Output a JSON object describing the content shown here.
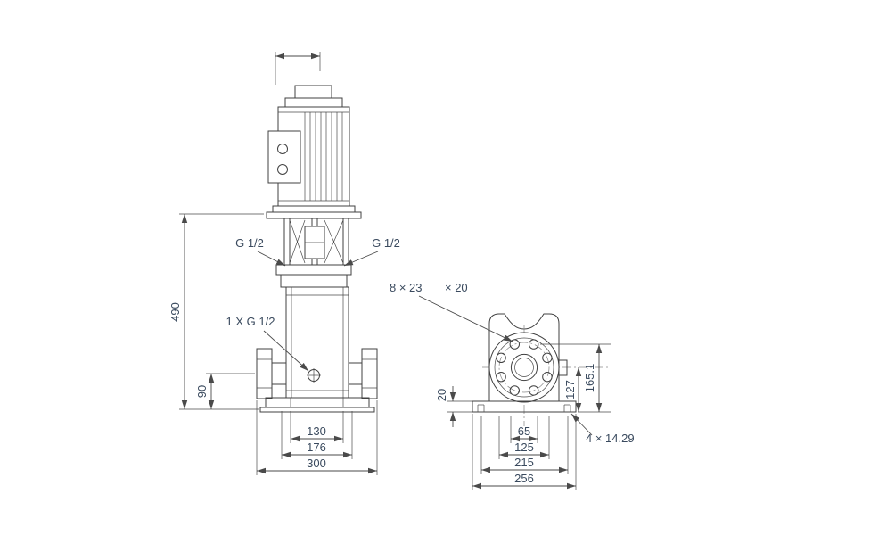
{
  "drawing": {
    "type": "technical-dimension-drawing",
    "colors": {
      "line": "#404040",
      "text": "#3a4a5e"
    },
    "front_view": {
      "labels": {
        "port_left": "G 1/2",
        "port_right": "G 1/2",
        "drain": "1 X G 1/2"
      },
      "dims": {
        "total_height": "490",
        "port_height": "90",
        "width_inner": "130",
        "width_mid": "176",
        "width_overall": "300"
      }
    },
    "end_view": {
      "labels": {
        "flange_holes": "8 × 23",
        "flange_holes_depth": "× 20",
        "base_holes": "4 × 14.29"
      },
      "dims": {
        "baseplate_thickness": "20",
        "center_height": "127",
        "upper_height": "165.1",
        "bore": "65",
        "bolt_circle": "125",
        "hole_spacing": "215",
        "base_width": "256"
      }
    }
  }
}
